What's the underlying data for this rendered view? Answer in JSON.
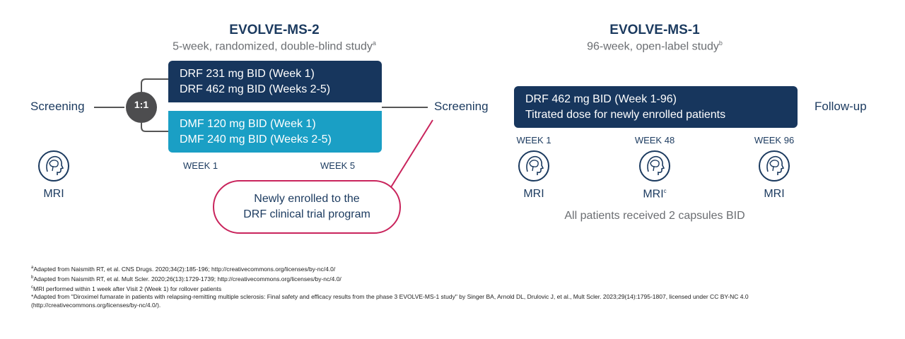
{
  "left": {
    "title": "EVOLVE-MS-2",
    "subtitle": "5-week, randomized, double-blind study",
    "subtitle_sup": "a",
    "screening": "Screening",
    "ratio": "1:1",
    "drf_line1": "DRF 231 mg BID (Week 1)",
    "drf_line2": "DRF 462 mg BID (Weeks 2-5)",
    "dmf_line1": "DMF 120 mg BID (Week 1)",
    "dmf_line2": "DMF 240 mg BID (Weeks 2-5)",
    "week1": "WEEK 1",
    "week5": "WEEK 5",
    "mri": "MRI",
    "screening_right": "Screening",
    "callout_line1": "Newly enrolled to the",
    "callout_line2": "DRF clinical trial program"
  },
  "right": {
    "title": "EVOLVE-MS-1",
    "subtitle": "96-week, open-label study",
    "subtitle_sup": "b",
    "box_line1": "DRF 462 mg BID (Week 1-96)",
    "box_line2": "Titrated dose for newly enrolled patients",
    "followup": "Follow-up",
    "week1": "WEEK 1",
    "week48": "WEEK 48",
    "week96": "WEEK 96",
    "mri1": "MRI",
    "mri2": "MRI",
    "mri2_sup": "c",
    "mri3": "MRI",
    "caption": "All patients received 2 capsules BID"
  },
  "footnotes": [
    {
      "mark": "a",
      "text": "Adapted from Naismith RT, et al. CNS Drugs. 2020;34(2):185-196; http://creativecommons.org/licenses/by-nc/4.0/"
    },
    {
      "mark": "b",
      "text": "Adapted from Naismith RT, et al. Mult Scler. 2020;26(13):1729-1739; http://creativecommons.org/licenses/by-nc/4.0/"
    },
    {
      "mark": "c",
      "text": "MRI performed within 1 week after Visit 2 (Week 1) for rollover patients"
    },
    {
      "mark": "*",
      "text": "Adapted from \"Diroximel fumarate in patients with relapsing-remitting multiple sclerosis: Final safety and efficacy results from the phase 3 EVOLVE-MS-1 study\" by Singer BA, Arnold DL, Drulovic J, et al., Mult Scler. 2023;29(14):1795-1807, licensed under CC BY-NC 4.0"
    },
    {
      "mark": "",
      "text": " (http://creativecommons.org/licenses/by-nc/4.0/)."
    }
  ],
  "colors": {
    "navy": "#17365d",
    "teal": "#1a9fc5",
    "magenta": "#c9245c",
    "gray_badge": "#4d4d4f"
  }
}
